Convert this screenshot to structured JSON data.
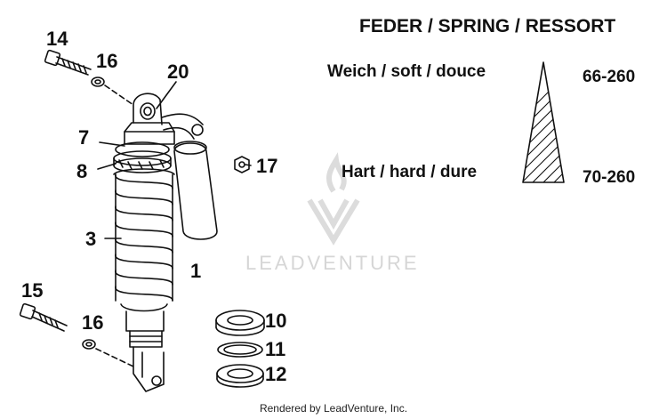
{
  "spring_table": {
    "title": "FEDER / SPRING / RESSORT",
    "soft_label": "Weich / soft / douce",
    "soft_value": "66-260",
    "hard_label": "Hart / hard / dure",
    "hard_value": "70-260"
  },
  "callouts": {
    "c14": "14",
    "c16a": "16",
    "c20": "20",
    "c7": "7",
    "c8": "8",
    "c17": "17",
    "c3": "3",
    "c1": "1",
    "c15": "15",
    "c16b": "16",
    "c10": "10",
    "c11": "11",
    "c12": "12"
  },
  "watermark": "LEADVENTURE",
  "footer": "Rendered by LeadVenture, Inc.",
  "colors": {
    "line": "#111111",
    "watermark": "#d6d6d6"
  }
}
